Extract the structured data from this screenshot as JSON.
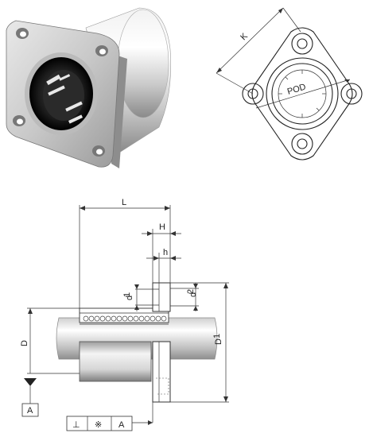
{
  "labels": {
    "K": "K",
    "POD": "POD",
    "L": "L",
    "H": "H",
    "h": "h",
    "d1_main": "d",
    "d1_sub": "1",
    "d2_main": "d",
    "d2_sub": "2",
    "D": "D",
    "D1_main": "D",
    "D1_sub": "1",
    "datum": "A",
    "tol_symbol1": "⊥",
    "tol_symbol2": "※",
    "tol_datum": "A"
  }
}
